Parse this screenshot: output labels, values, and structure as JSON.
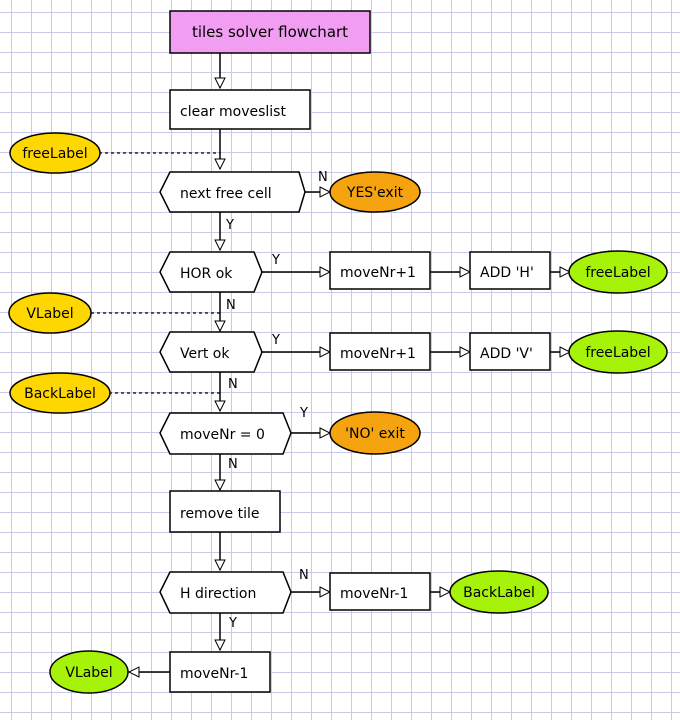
{
  "title": "tiles solver flowchart",
  "nodes": {
    "clear_moveslist": "clear moveslist",
    "next_free_cell": "next free cell",
    "yes_exit": "YES'exit",
    "hor_ok": "HOR ok",
    "movenr_plus_1_h": "moveNr+1",
    "add_h": "ADD 'H'",
    "free_label_h": "freeLabel",
    "vert_ok": "Vert ok",
    "movenr_plus_1_v": "moveNr+1",
    "add_v": "ADD 'V'",
    "free_label_v": "freeLabel",
    "movenr_eq_0": "moveNr = 0",
    "no_exit": "'NO' exit",
    "remove_tile": "remove tile",
    "h_direction": "H direction",
    "movenr_minus_1_n": "moveNr-1",
    "back_label_target": "BackLabel",
    "movenr_minus_1_y": "moveNr-1",
    "vlabel_target": "VLabel"
  },
  "side_labels": {
    "free_label": "freeLabel",
    "vlabel": "VLabel",
    "back_label": "BackLabel"
  },
  "edge_labels": {
    "next_free_cell_n": "N",
    "next_free_cell_y": "Y",
    "hor_ok_y": "Y",
    "hor_ok_n": "N",
    "vert_ok_y": "Y",
    "vert_ok_n": "N",
    "movenr_eq_0_y": "Y",
    "movenr_eq_0_n": "N",
    "h_direction_n": "N",
    "h_direction_y": "Y"
  },
  "colors": {
    "title_fill": "#f19df1",
    "label_fill": "#ffd700",
    "exit_fill": "#f5a30f",
    "target_fill": "#a6f208",
    "box_fill": "#ffffff",
    "stroke": "#000000"
  }
}
